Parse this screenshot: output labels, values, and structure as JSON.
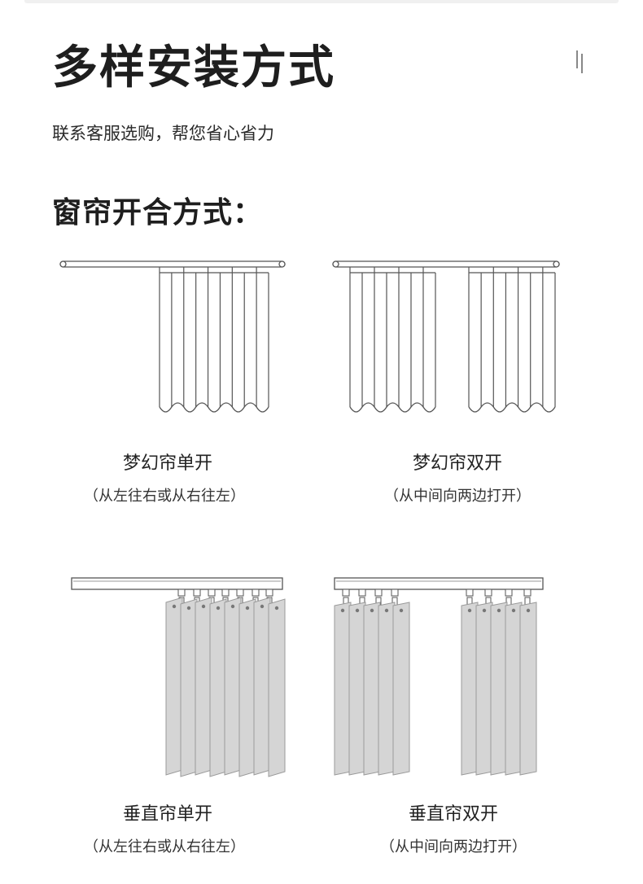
{
  "header": {
    "title": "多样安装方式",
    "subtitle": "联系客服选购，帮您省心省力"
  },
  "section": {
    "title": "窗帘开合方式："
  },
  "items": [
    {
      "caption": "梦幻帘单开",
      "note": "（从左往右或从右往左）",
      "icon": "dream-curtain-single-open-illustration"
    },
    {
      "caption": "梦幻帘双开",
      "note": "（从中间向两边打开）",
      "icon": "dream-curtain-double-open-illustration"
    },
    {
      "caption": "垂直帘单开",
      "note": "（从左往右或从右往左）",
      "icon": "vertical-blind-single-open-illustration"
    },
    {
      "caption": "垂直帘双开",
      "note": "（从中间向两边打开）",
      "icon": "vertical-blind-double-open-illustration"
    }
  ],
  "colors": {
    "line": "#555555",
    "slat_fill": "#d5d5d5",
    "slat_stroke": "#9a9a9a"
  }
}
